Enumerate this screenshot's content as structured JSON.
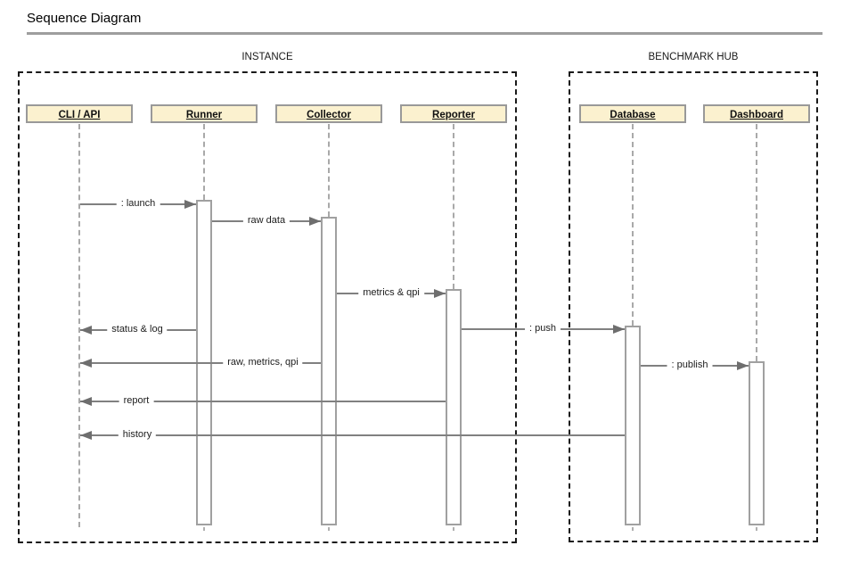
{
  "title": "Sequence Diagram",
  "frames": {
    "instance": {
      "label": "INSTANCE"
    },
    "hub": {
      "label": "BENCHMARK HUB"
    }
  },
  "lifelines": [
    {
      "label": "CLI / API"
    },
    {
      "label": "Runner"
    },
    {
      "label": "Collector"
    },
    {
      "label": "Reporter"
    },
    {
      "label": "Database"
    },
    {
      "label": "Dashboard"
    }
  ],
  "messages": [
    {
      "label": ": launch",
      "from": "CLI / API",
      "to": "Runner"
    },
    {
      "label": "raw data",
      "from": "Runner",
      "to": "Collector"
    },
    {
      "label": "metrics & qpi",
      "from": "Collector",
      "to": "Reporter"
    },
    {
      "label": "status & log",
      "from": "Runner",
      "to": "CLI / API"
    },
    {
      "label": ": push",
      "from": "Reporter",
      "to": "Database"
    },
    {
      "label": "raw, metrics, qpi",
      "from": "Collector",
      "to": "CLI / API"
    },
    {
      "label": ": publish",
      "from": "Database",
      "to": "Dashboard"
    },
    {
      "label": "report",
      "from": "Reporter",
      "to": "CLI / API"
    },
    {
      "label": "history",
      "from": "Database",
      "to": "CLI / API"
    }
  ],
  "colors": {
    "participant_fill": "#FBF1CF",
    "participant_border": "#999999",
    "message_line": "#808080",
    "arrowhead": "#6E6E6E",
    "frame_border": "#1A1A1A",
    "title_rule": "#9E9E9E",
    "background": "#FFFFFF"
  }
}
